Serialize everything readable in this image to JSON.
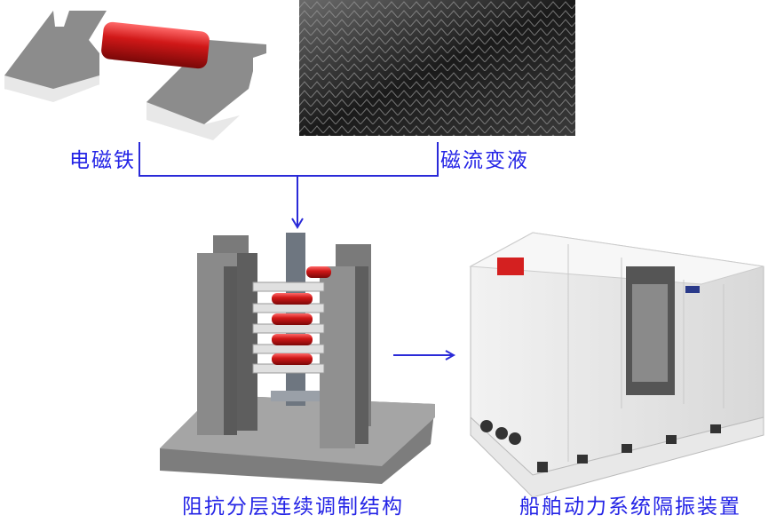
{
  "labels": {
    "electromagnet": "电磁铁",
    "mr_fluid": "磁流变液",
    "impedance_structure": "阻抗分层连续调制结构",
    "marine_isolator": "船舶动力系统隔振装置"
  },
  "colors": {
    "text": "#2424e6",
    "line": "#2a2ad8",
    "coil": "#d42020",
    "frame": "#8a8a8a"
  }
}
